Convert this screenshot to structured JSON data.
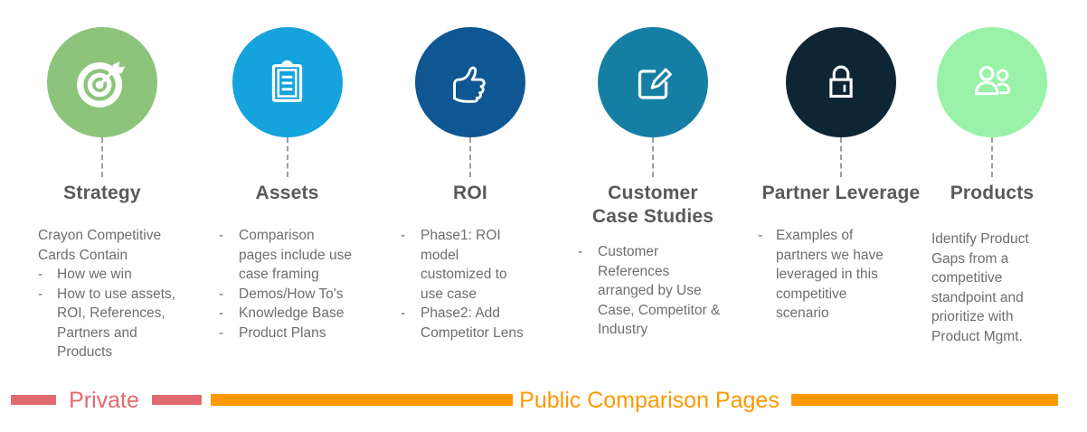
{
  "slide": {
    "columns": [
      {
        "title": "Strategy",
        "icon": "target-icon",
        "circle_color": "#8CC47C",
        "intro": "Crayon Competitive Cards Contain",
        "bullets": [
          "How we win",
          "How to use assets, ROI, References, Partners and Products"
        ]
      },
      {
        "title": "Assets",
        "icon": "clipboard-icon",
        "circle_color": "#14A3DC",
        "bullets": [
          "Comparison pages include use case framing",
          "Demos/How To's",
          "Knowledge Base",
          "Product Plans"
        ]
      },
      {
        "title": "ROI",
        "icon": "thumbs-up-icon",
        "circle_color": "#0F5792",
        "bullets": [
          "Phase1: ROI model customized to use case",
          "Phase2: Add Competitor Lens"
        ]
      },
      {
        "title": "Customer\nCase Studies",
        "icon": "edit-icon",
        "circle_color": "#147FA3",
        "bullets": [
          "Customer References arranged by Use Case, Competitor & Industry"
        ]
      },
      {
        "title": "Partner Leverage",
        "icon": "lock-icon",
        "circle_color": "#0E2534",
        "bullets": [
          "Examples of partners we have leveraged in this competitive scenario"
        ]
      },
      {
        "title": "Products",
        "icon": "people-icon",
        "circle_color": "#99F2A7",
        "paragraph": "Identify Product Gaps from a competitive standpoint and prioritize with Product Mgmt."
      }
    ],
    "legend": {
      "private_label": "Private",
      "public_label": "Public Comparison Pages",
      "private_color": "#E1696F",
      "public_color": "#FF9800"
    },
    "colors": {
      "title_text": "#58595B",
      "body_text": "#6D6E71",
      "connector_gray": "#9D9FA2"
    }
  }
}
